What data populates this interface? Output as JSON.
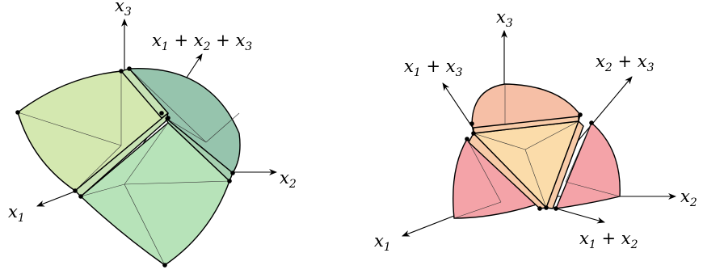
{
  "colors": {
    "left_face_front": "#b7e3b9",
    "left_face_topleft": "#d4e8b0",
    "left_face_topright": "#96c4ad",
    "right_face_top": "#f6bfa6",
    "right_face_center": "#fbdcaa",
    "right_face_left": "#f4a3a8",
    "right_face_right": "#f4a3a8"
  },
  "left_diagram": {
    "axes": [
      {
        "var": "x",
        "sub": "3",
        "tail": ""
      },
      {
        "var": "x",
        "sub": "2",
        "tail": ""
      },
      {
        "var": "x",
        "sub": "1",
        "tail": ""
      }
    ],
    "sum_axis": {
      "parts": [
        {
          "var": "x",
          "sub": "1"
        },
        {
          "op": " + "
        },
        {
          "var": "x",
          "sub": "2"
        },
        {
          "op": " + "
        },
        {
          "var": "x",
          "sub": "3"
        }
      ]
    }
  },
  "right_diagram": {
    "axes": [
      {
        "var": "x",
        "sub": "3"
      },
      {
        "var": "x",
        "sub": "2"
      },
      {
        "var": "x",
        "sub": "1"
      }
    ],
    "sum_axes": [
      {
        "parts": [
          {
            "var": "x",
            "sub": "1"
          },
          {
            "op": " + "
          },
          {
            "var": "x",
            "sub": "3"
          }
        ]
      },
      {
        "parts": [
          {
            "var": "x",
            "sub": "2"
          },
          {
            "op": " + "
          },
          {
            "var": "x",
            "sub": "3"
          }
        ]
      },
      {
        "parts": [
          {
            "var": "x",
            "sub": "1"
          },
          {
            "op": " + "
          },
          {
            "var": "x",
            "sub": "2"
          }
        ]
      }
    ]
  }
}
